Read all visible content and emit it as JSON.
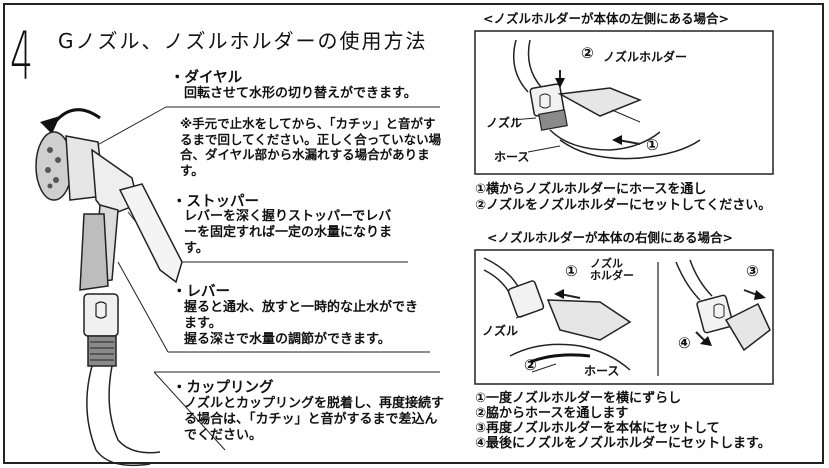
{
  "section": {
    "number": "4",
    "title": "Gノズル、ノズルホルダーの使用方法"
  },
  "features": {
    "dial": {
      "heading": "・ダイヤル",
      "text": "回転させて水形の切り替えができます。",
      "note": "※手元で止水をしてから、「カチッ」と音がするまで回してください。正しく合っていない場合、ダイヤル部から水漏れする場合があります。"
    },
    "stopper": {
      "heading": "・ストッパー",
      "text": "レバーを深く握りストッパーでレバーを固定すれば一定の水量になります。"
    },
    "lever": {
      "heading": "・レバー",
      "text1": "握ると通水、放すと一時的な止水ができます。",
      "text2": "握る深さで水量の調節ができます。"
    },
    "coupling": {
      "heading": "・カップリング",
      "text": "ノズルとカップリングを脱着し、再度接続する場合は、「カチッ」と音がするまで差込んでください。"
    }
  },
  "left_case": {
    "heading": "<ノズルホルダーが本体の左側にある場合>",
    "labels": {
      "circle2": "②",
      "holder": "ノズルホルダー",
      "nozzle": "ノズル",
      "hose": "ホース",
      "circle1": "①"
    },
    "steps": [
      "①横からノズルホルダーにホースを通し",
      "②ノズルをノズルホルダーにセットしてください。"
    ]
  },
  "right_case": {
    "heading": "<ノズルホルダーが本体の右側にある場合>",
    "labels": {
      "circle1": "①",
      "holder": "ノズル\nホルダー",
      "nozzle": "ノズル",
      "circle2": "②",
      "hose": "ホース",
      "circle3": "③",
      "circle4": "④"
    },
    "steps": [
      "①一度ノズルホルダーを横にずらし",
      "②脇からホースを通します",
      "③再度ノズルホルダーを本体にセットして",
      "④最後にノズルをノズルホルダーにセットします。"
    ]
  }
}
